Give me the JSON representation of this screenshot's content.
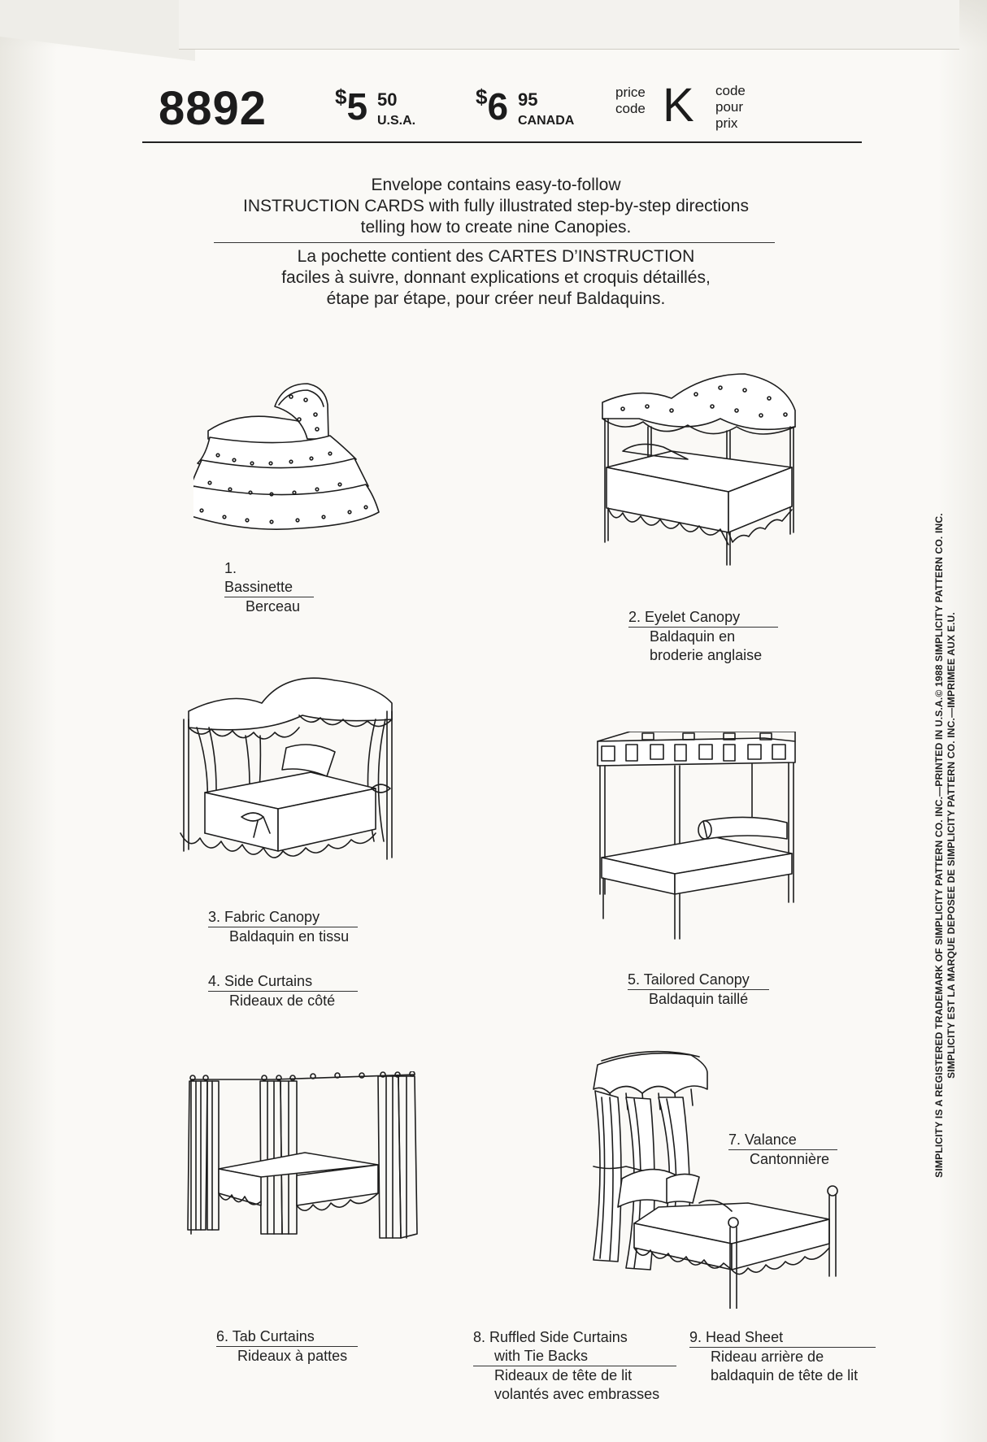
{
  "pattern_number": "8892",
  "price_usa": {
    "dollar": "$",
    "main": "5",
    "cents": "50",
    "currency": "U.S.A."
  },
  "price_canada": {
    "dollar": "$",
    "main": "6",
    "cents": "95",
    "currency": "CANADA"
  },
  "price_code_label_en": [
    "price",
    "code"
  ],
  "price_code": "K",
  "price_code_label_fr": [
    "code",
    "pour",
    "prix"
  ],
  "intro_en": [
    "Envelope contains easy-to-follow",
    "INSTRUCTION CARDS with fully illustrated step-by-step directions",
    "telling how to create nine Canopies."
  ],
  "intro_fr": [
    "La pochette contient des CARTES D’INSTRUCTION",
    "faciles à suivre, donnant explications et croquis détaillés,",
    "étape par étape, pour créer neuf Baldaquins."
  ],
  "items": [
    {
      "en": "1. Bassinette",
      "fr": [
        "Berceau"
      ]
    },
    {
      "en": "2. Eyelet Canopy",
      "fr": [
        "Baldaquin en",
        "broderie anglaise"
      ]
    },
    {
      "en": "3. Fabric Canopy",
      "fr": [
        "Baldaquin en tissu"
      ]
    },
    {
      "en": "4. Side Curtains",
      "fr": [
        "Rideaux de côté"
      ]
    },
    {
      "en": "5. Tailored Canopy",
      "fr": [
        "Baldaquin taillé"
      ]
    },
    {
      "en": "6. Tab Curtains",
      "fr": [
        "Rideaux à pattes"
      ]
    },
    {
      "en": "7. Valance",
      "fr": [
        "Cantonnière"
      ]
    },
    {
      "en": [
        "8. Ruffled Side Curtains",
        "with Tie Backs"
      ],
      "fr": [
        "Rideaux de tête de lit",
        "volantés avec embrasses"
      ]
    },
    {
      "en": "9. Head Sheet",
      "fr": [
        "Rideau arrière de",
        "baldaquin de tête de lit"
      ]
    }
  ],
  "side_text": [
    "SIMPLICITY IS A REGISTERED TRADEMARK OF SIMPLICITY PATTERN CO. INC.—PRINTED IN U.S.A.© 1988 SIMPLICITY PATTERN CO. INC.",
    "SIMPLICITY EST LA MARQUE DEPOSEE DE SIMPLICITY PATTERN CO. INC.—IMPRIMEE AUX E.U."
  ]
}
